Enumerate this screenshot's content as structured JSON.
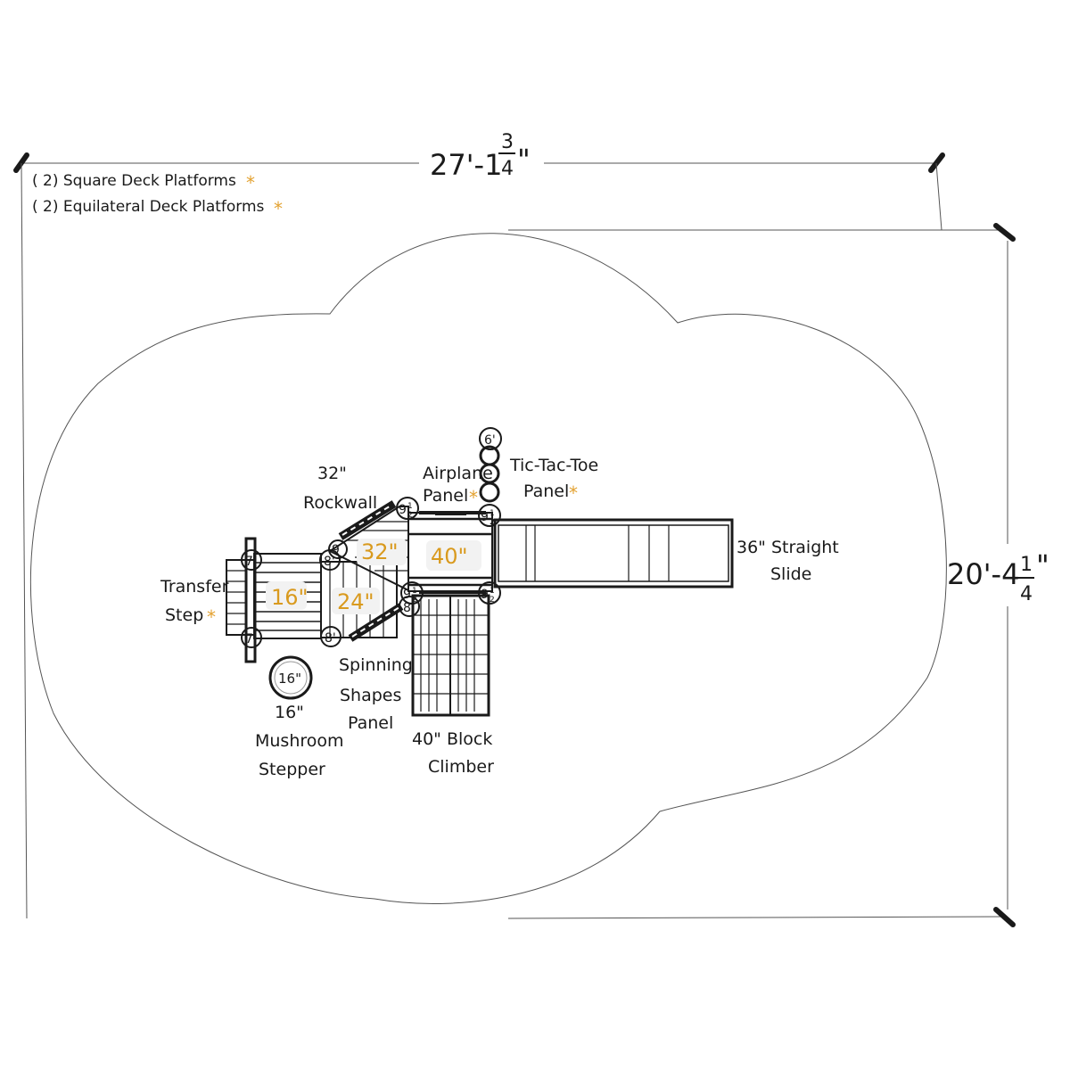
{
  "notes": [
    {
      "text": "( 2) Square Deck Platforms",
      "starred": true
    },
    {
      "text": "( 2) Equilateral Deck Platforms",
      "starred": true
    }
  ],
  "star_color": "#e3a231",
  "size_color": "#d99a1e",
  "dimensions": {
    "width": {
      "whole": "27'-1",
      "num": "3",
      "den": "4",
      "unit": "\""
    },
    "height": {
      "whole": "20'-4",
      "num": "1",
      "den": "4",
      "unit": "\""
    }
  },
  "deck_sizes": {
    "deck_16": "16\"",
    "deck_24": "24\"",
    "deck_32": "32\"",
    "deck_40": "40\""
  },
  "posts": {
    "seven": "7'",
    "eight": "8'",
    "nine_whole": "9",
    "nine_frac_num": "1",
    "nine_frac_den": "2",
    "six": "6'"
  },
  "components": {
    "rockwall": [
      "32\"",
      "Rockwall"
    ],
    "airplane": [
      "Airplane",
      "Panel"
    ],
    "tictactoe": [
      "Tic-Tac-Toe",
      "Panel"
    ],
    "slide": [
      "36\" Straight",
      "Slide"
    ],
    "transfer": [
      "Transfer",
      "Step"
    ],
    "spinning": [
      "Spinning",
      "Shapes",
      "Panel"
    ],
    "block": [
      "40\" Block",
      "Climber"
    ],
    "mushroom_size": "16\"",
    "mushroom": [
      "16\"",
      "Mushroom",
      "Stepper"
    ]
  },
  "star_glyph": "*"
}
